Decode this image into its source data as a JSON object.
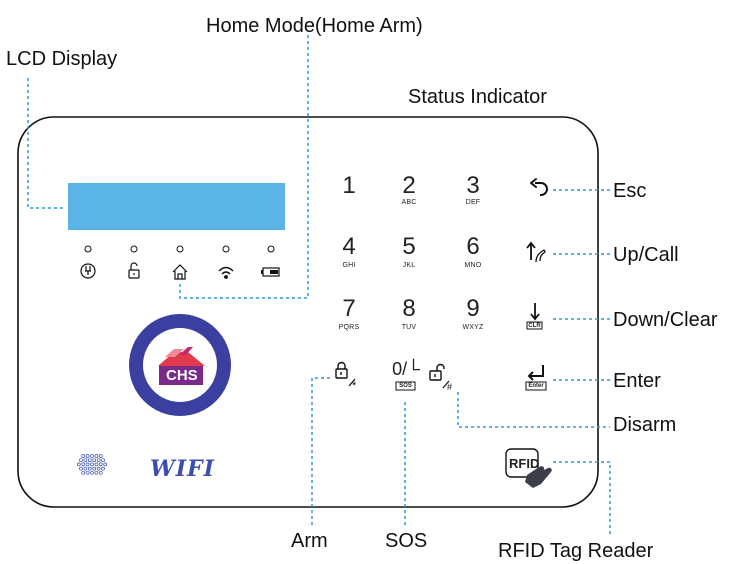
{
  "callouts": {
    "home_mode": "Home Mode(Home Arm)",
    "lcd_display": "LCD Display",
    "status_indicator": "Status Indicator",
    "esc": "Esc",
    "up_call": "Up/Call",
    "down_clear": "Down/Clear",
    "enter": "Enter",
    "disarm": "Disarm",
    "arm": "Arm",
    "sos": "SOS",
    "rfid_tag_reader": "RFID Tag Reader"
  },
  "keypad": {
    "k1": {
      "num": "1",
      "sub": ""
    },
    "k2": {
      "num": "2",
      "sub": "ABC"
    },
    "k3": {
      "num": "3",
      "sub": "DEF"
    },
    "k4": {
      "num": "4",
      "sub": "GHI"
    },
    "k5": {
      "num": "5",
      "sub": "JKL"
    },
    "k6": {
      "num": "6",
      "sub": "MNO"
    },
    "k7": {
      "num": "7",
      "sub": "PQRS"
    },
    "k8": {
      "num": "8",
      "sub": "TUV"
    },
    "k9": {
      "num": "9",
      "sub": "WXYZ"
    },
    "k0": {
      "num": "0/└",
      "sub": "SOS"
    }
  },
  "device": {
    "logo_text": "CHS",
    "wifi_text": "WIFI",
    "rfid_text": "RFID",
    "clr_text": "CLR",
    "enter_key_text": "Enter"
  },
  "icons": [
    "power-icon",
    "unlock-icon",
    "home-icon",
    "wifi-icon",
    "battery-icon",
    "esc-arrow-icon",
    "up-call-icon",
    "down-arrow-icon",
    "enter-arrow-icon",
    "arm-lock-icon",
    "disarm-lock-icon",
    "speaker-grille-icon",
    "rfid-hand-icon"
  ],
  "colors": {
    "lcd": "#5ab4e5",
    "callout_line": "#2a9fd6",
    "logo_ring": "#3a3fa0",
    "logo_red": "#e23a4a",
    "logo_purple": "#7a2a8a",
    "wifi": "#3c4fb0"
  }
}
